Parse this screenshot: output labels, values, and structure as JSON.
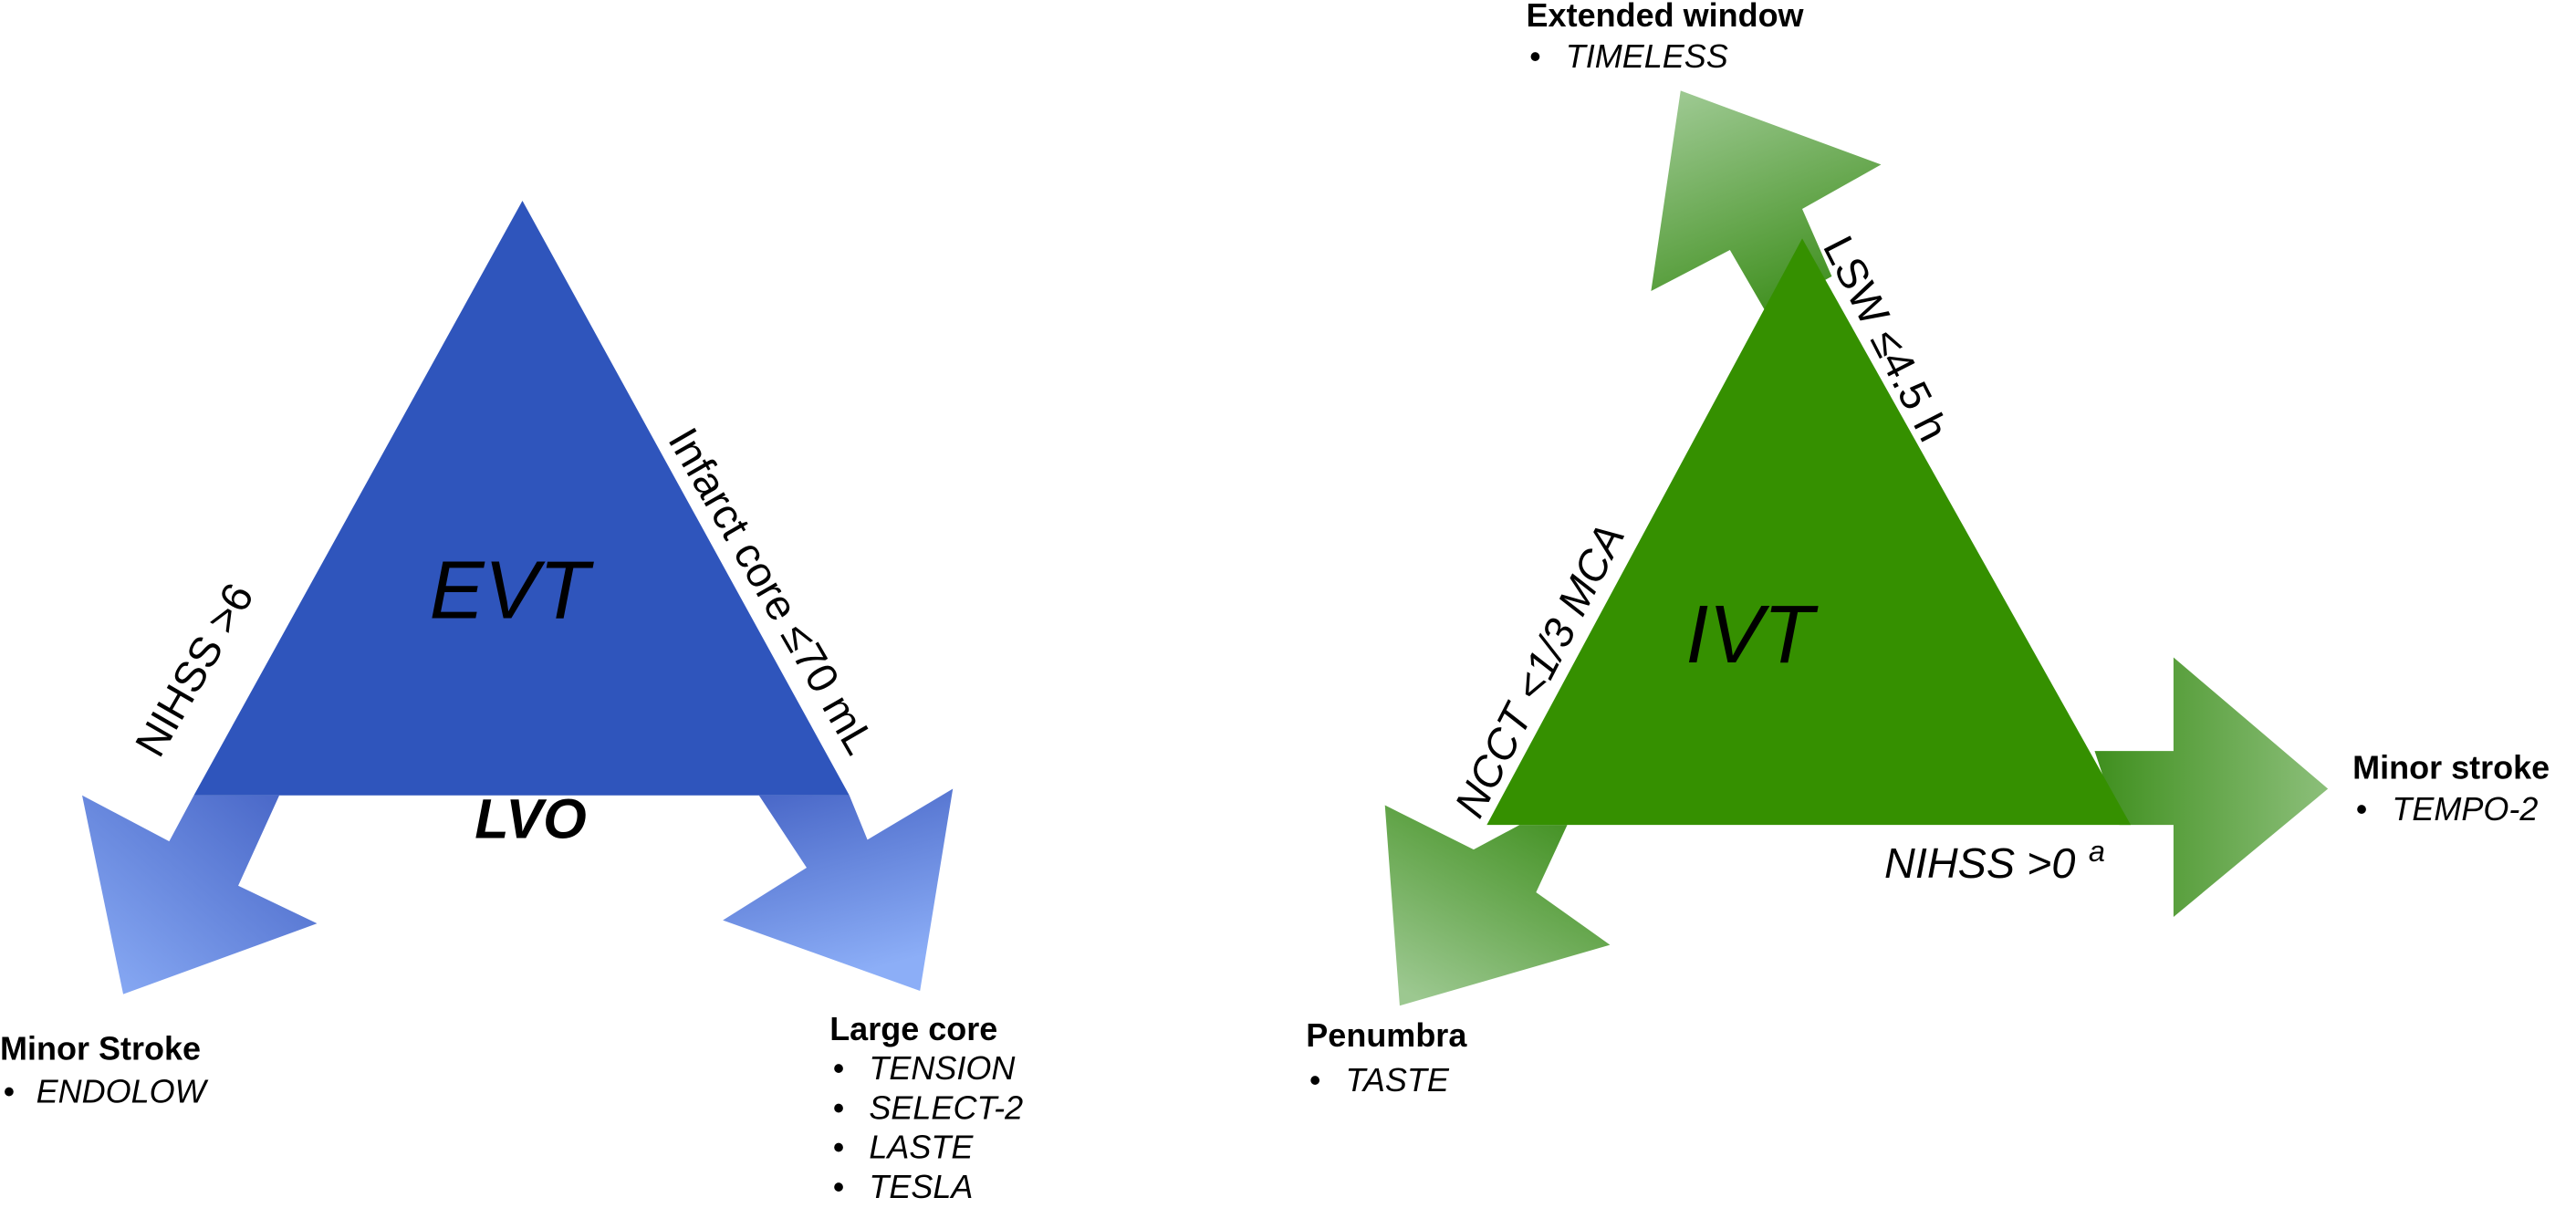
{
  "colors": {
    "evt": "#2f55bc",
    "ivt": "#359000",
    "blue_light": "#8aacf5",
    "green_light": "#a3cc95"
  },
  "evt": {
    "title": "EVT",
    "left_edge": "NIHSS >6",
    "right_edge": "Infarct core ≤70 mL",
    "base": "LVO",
    "minor": {
      "heading": "Minor Stroke",
      "items": [
        "ENDOLOW"
      ]
    },
    "large": {
      "heading": "Large core",
      "items": [
        "TENSION",
        "SELECT-2",
        "LASTE",
        "TESLA"
      ]
    }
  },
  "ivt": {
    "title": "IVT",
    "right_edge": "LSW ≤4.5 h",
    "left_edge": "NCCT <1/3 MCA",
    "base": "NIHSS >0",
    "base_sup": "a",
    "extended": {
      "heading": "Extended window",
      "items": [
        "TIMELESS"
      ]
    },
    "minor": {
      "heading": "Minor stroke",
      "items": [
        "TEMPO-2"
      ]
    },
    "penumbra": {
      "heading": "Penumbra",
      "items": [
        "TASTE"
      ]
    }
  },
  "bullet": "•"
}
